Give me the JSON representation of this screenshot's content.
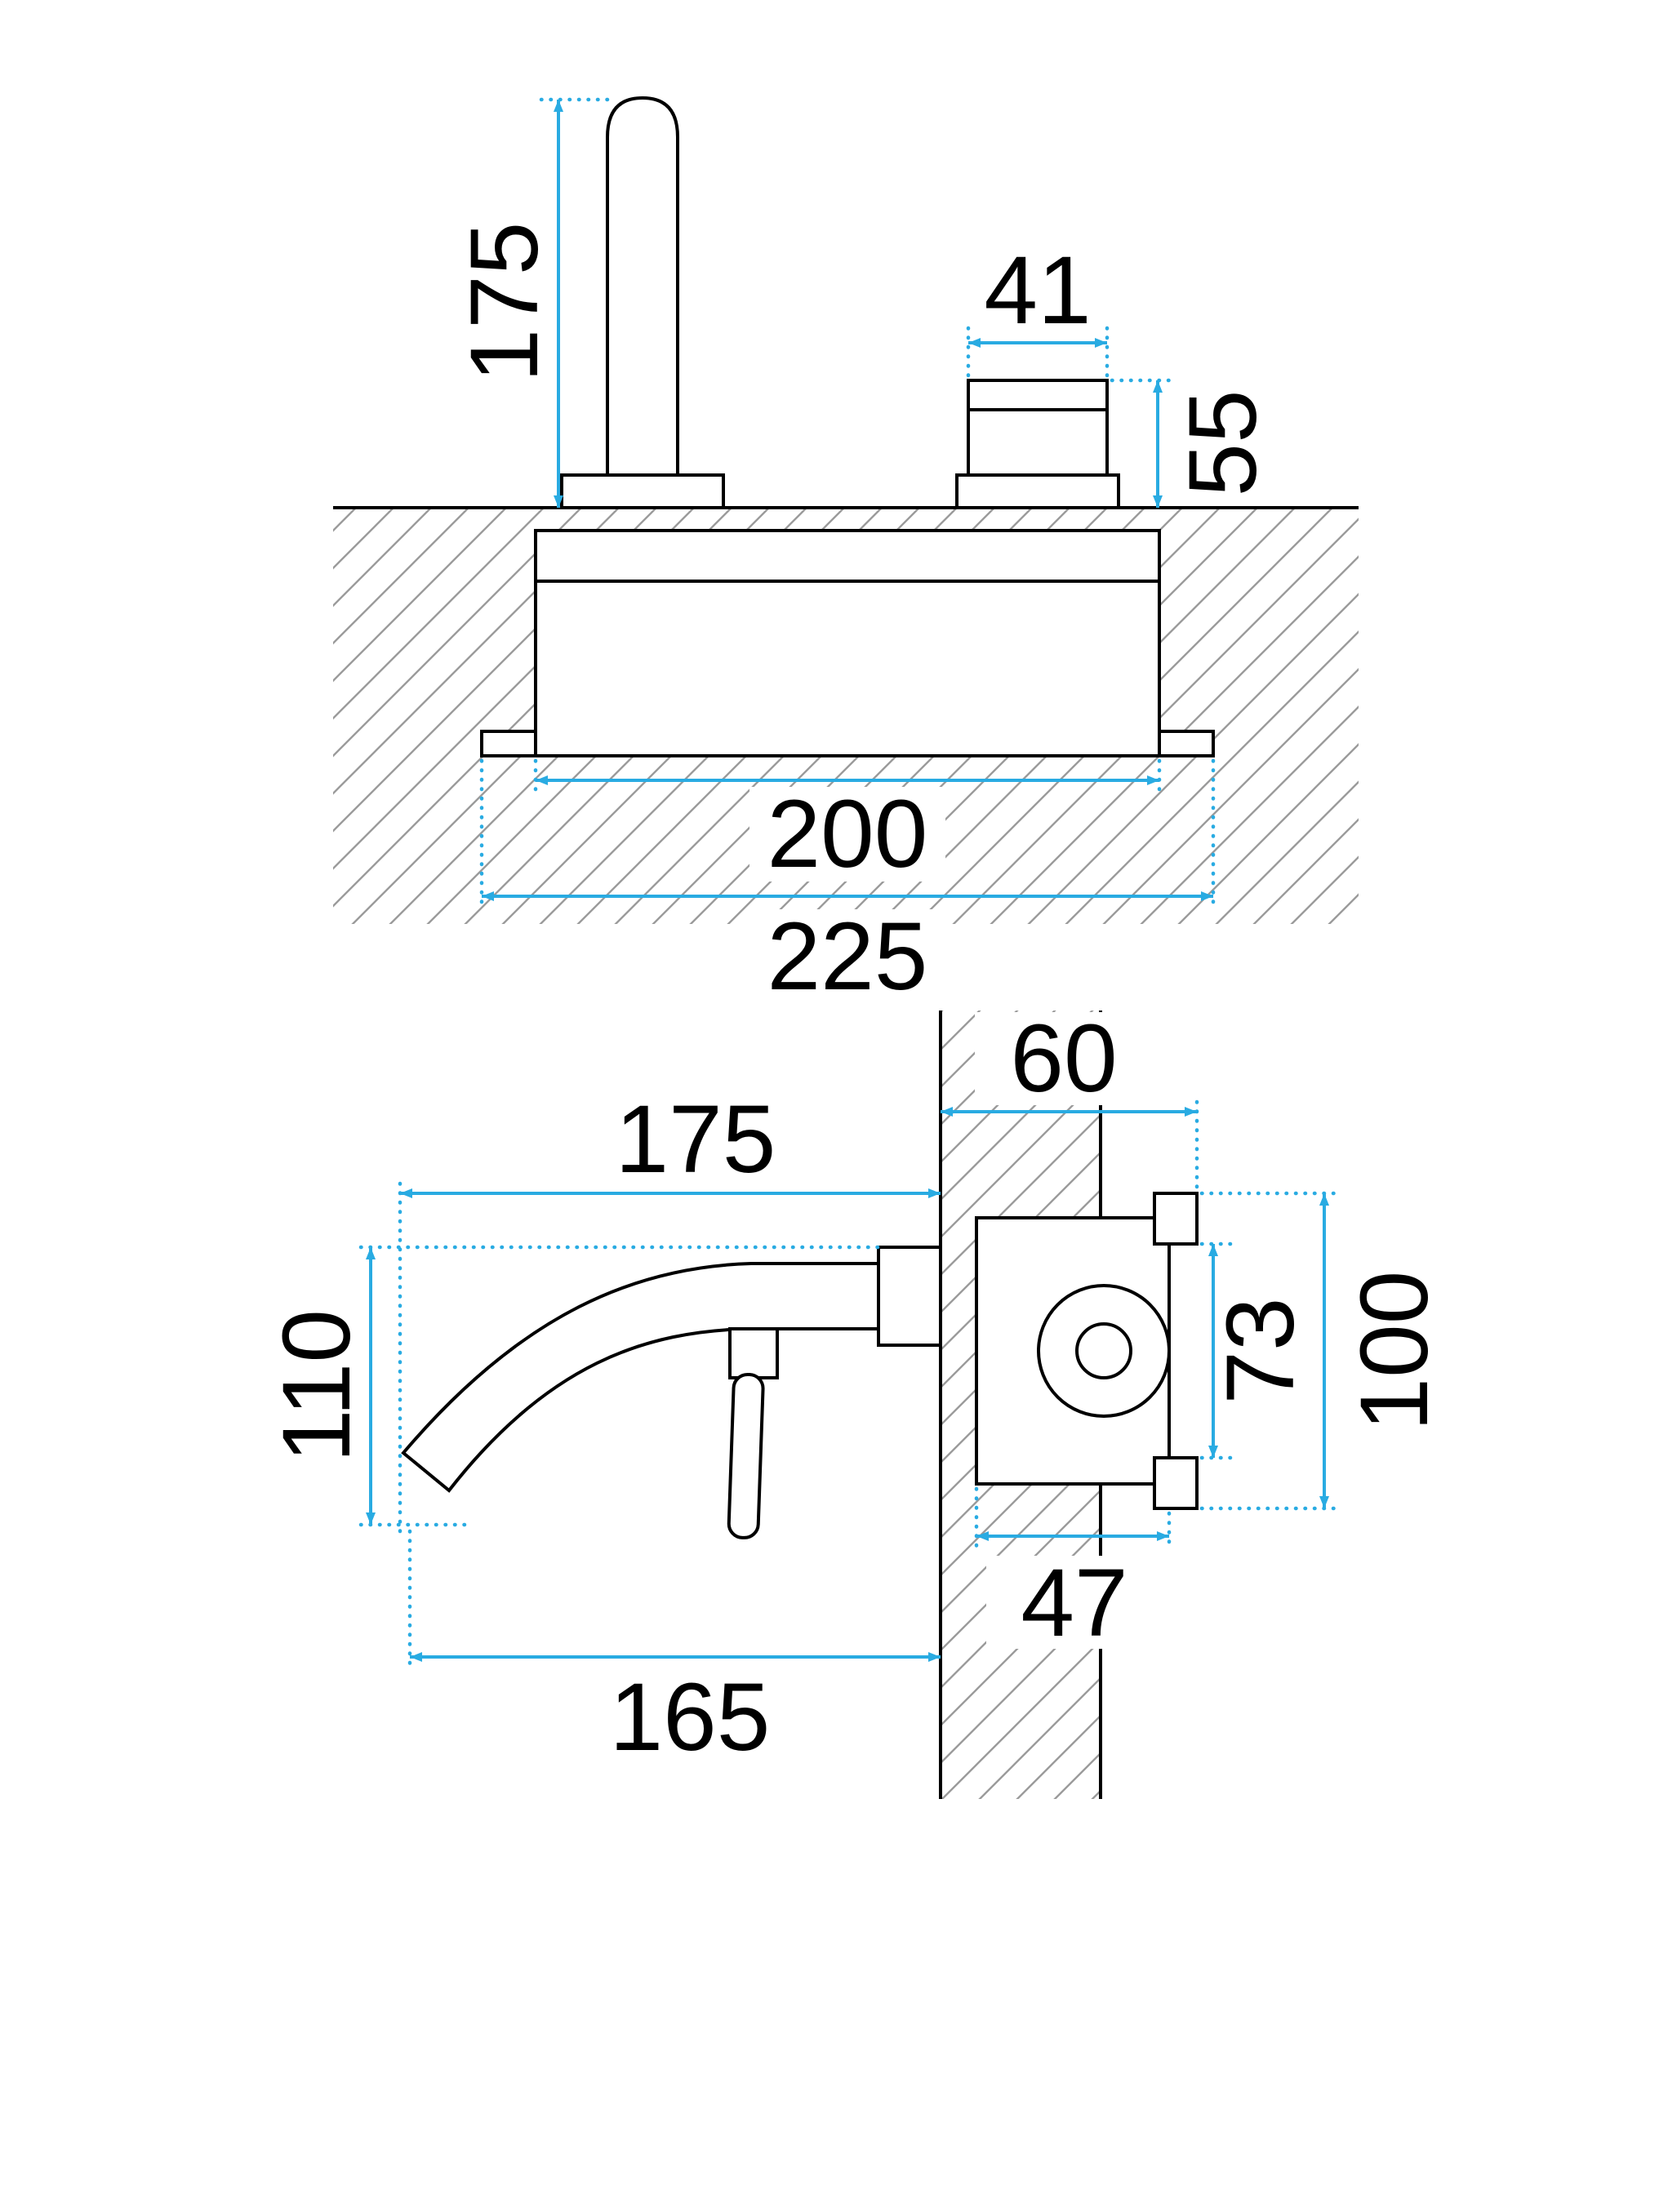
{
  "colors": {
    "dimension": "#29ABE2",
    "outline": "#000000",
    "hatch": "#9B9B9B",
    "background": "#FFFFFF"
  },
  "top_view": {
    "dims": {
      "spout_height": "175",
      "handle_width": "41",
      "handle_height": "55",
      "body_width": "200",
      "overall_width": "225"
    }
  },
  "side_view": {
    "dims": {
      "spout_reach": "175",
      "spout_drop": "110",
      "wall_depth": "60",
      "valve_height_outer": "100",
      "valve_height_inner": "73",
      "valve_width": "47",
      "outlet_reach": "165"
    }
  }
}
